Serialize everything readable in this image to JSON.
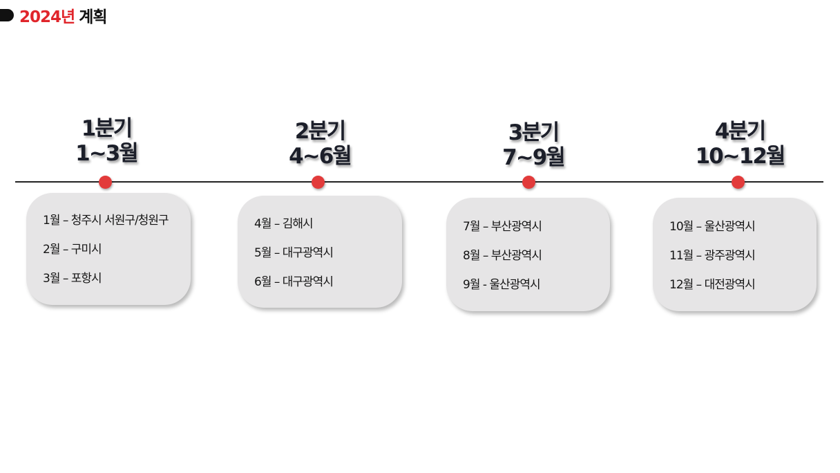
{
  "header": {
    "year": "2024년",
    "rest": "계획"
  },
  "quarters": [
    {
      "title": "1분기",
      "months": "1~3월",
      "items": [
        "1월 – 청주시 서원구/청원구",
        "2월 – 구미시",
        "3월 – 포항시"
      ]
    },
    {
      "title": "2분기",
      "months": "4~6월",
      "items": [
        "4월 –  김해시",
        "5월 –  대구광역시",
        "6월 – 대구광역시"
      ]
    },
    {
      "title": "3분기",
      "months": "7~9월",
      "items": [
        "7월 – 부산광역시",
        "8월 –  부산광역시",
        "9월  - 울산광역시"
      ]
    },
    {
      "title": "4분기",
      "months": "10~12월",
      "items": [
        "10월 – 울산광역시",
        "11월 – 광주광역시",
        "12월 –  대전광역시"
      ]
    }
  ],
  "colors": {
    "accent": "#e0252b",
    "dot": "#e23b3b",
    "card": "#e6e5e6"
  }
}
